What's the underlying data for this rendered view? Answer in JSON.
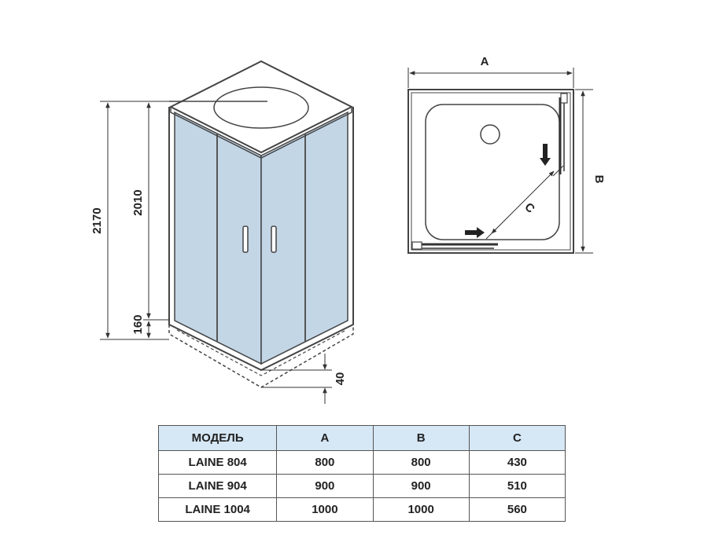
{
  "elevation": {
    "total_height": "2170",
    "cabin_height": "2010",
    "base_height": "160",
    "leg_height": "40"
  },
  "plan": {
    "width_label": "A",
    "depth_label": "B",
    "diagonal_label": "C"
  },
  "table": {
    "headers": [
      "МОДЕЛЬ",
      "A",
      "B",
      "C"
    ],
    "rows": [
      [
        "LAINE 804",
        "800",
        "800",
        "430"
      ],
      [
        "LAINE 904",
        "900",
        "900",
        "510"
      ],
      [
        "LAINE 1004",
        "1000",
        "1000",
        "560"
      ]
    ]
  },
  "colors": {
    "glass": "#c3d6e6",
    "header_fill": "#d6e7f5",
    "line": "#333333"
  }
}
